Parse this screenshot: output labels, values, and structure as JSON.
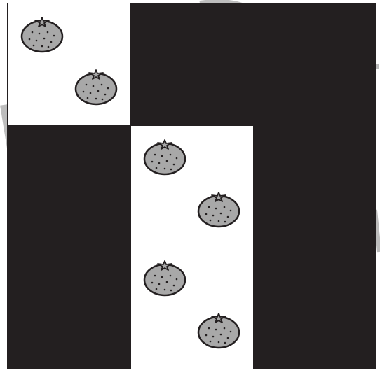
{
  "grid": {
    "rows": 3,
    "cols": 3,
    "background_color": "#231f20",
    "cell_color": "#ffffff",
    "watermark_color": "#bdbdbd",
    "white_cells": [
      {
        "row": 0,
        "col": 0,
        "fruit_count": 2
      },
      {
        "row": 1,
        "col": 1,
        "fruit_count": 2
      },
      {
        "row": 2,
        "col": 1,
        "fruit_count": 2
      }
    ]
  },
  "fruit": {
    "icon": "mandarin-orange-icon",
    "fill_color": "#a8a8a8",
    "outline_color": "#231f20"
  }
}
